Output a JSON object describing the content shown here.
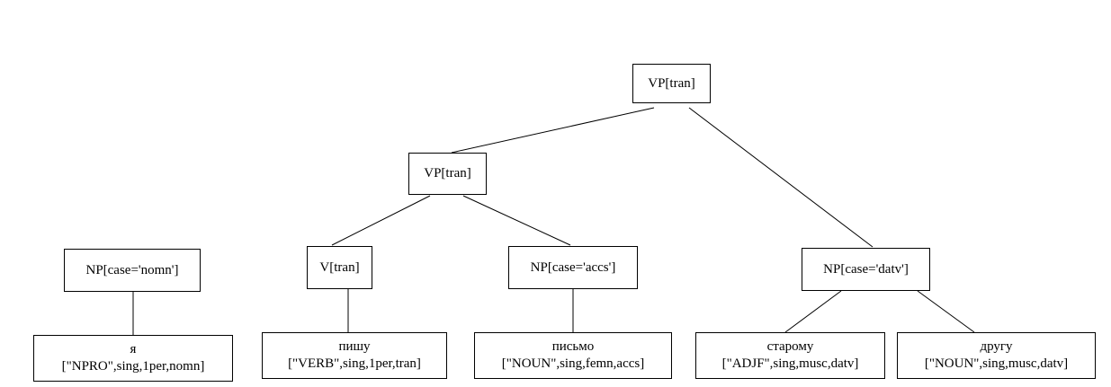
{
  "tree": {
    "vp_root": "VP[tran]",
    "vp_inner": "VP[tran]",
    "np_nomn": "NP[case='nomn']",
    "v_tran": "V[tran]",
    "np_accs": "NP[case='accs']",
    "np_datv": "NP[case='datv']"
  },
  "leaves": {
    "ya": {
      "word": "я",
      "tags": "[\"NPRO\",sing,1per,nomn]"
    },
    "pishu": {
      "word": "пишу",
      "tags": "[\"VERB\",sing,1per,tran]"
    },
    "pismo": {
      "word": "письмо",
      "tags": "[\"NOUN\",sing,femn,accs]"
    },
    "staromu": {
      "word": "старому",
      "tags": "[\"ADJF\",sing,musc,datv]"
    },
    "drugu": {
      "word": "другу",
      "tags": "[\"NOUN\",sing,musc,datv]"
    }
  }
}
